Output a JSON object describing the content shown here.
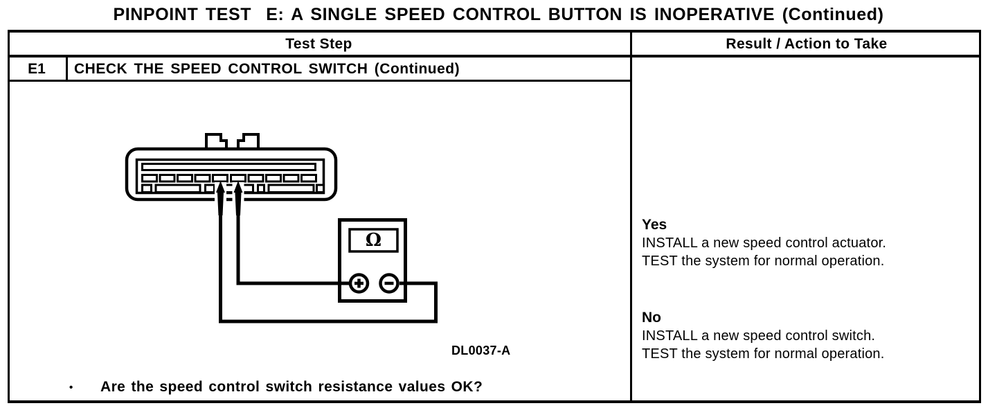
{
  "page": {
    "title": "PINPOINT TEST  E: A SINGLE SPEED CONTROL BUTTON IS INOPERATIVE (Continued)"
  },
  "table": {
    "headers": {
      "test_step": "Test Step",
      "result": "Result / Action to Take"
    },
    "step_row": {
      "id": "E1",
      "title": "CHECK THE SPEED CONTROL SWITCH (Continued)"
    },
    "question": {
      "bullet": "•",
      "text": "Are the speed control switch resistance values OK?"
    },
    "figure": {
      "label": "DL0037-A",
      "ohm_symbol": "Ω",
      "icons": {
        "plus_terminal": "plus-icon",
        "minus_terminal": "minus-icon"
      }
    },
    "results": {
      "yes": {
        "label": "Yes",
        "line1": "INSTALL a new speed control actuator.",
        "line2": "TEST the system for normal operation."
      },
      "no": {
        "label": "No",
        "line1": "INSTALL a new speed control switch.",
        "line2": "TEST the system for normal operation."
      }
    }
  },
  "colors": {
    "ink": "#000000",
    "paper": "#ffffff"
  }
}
